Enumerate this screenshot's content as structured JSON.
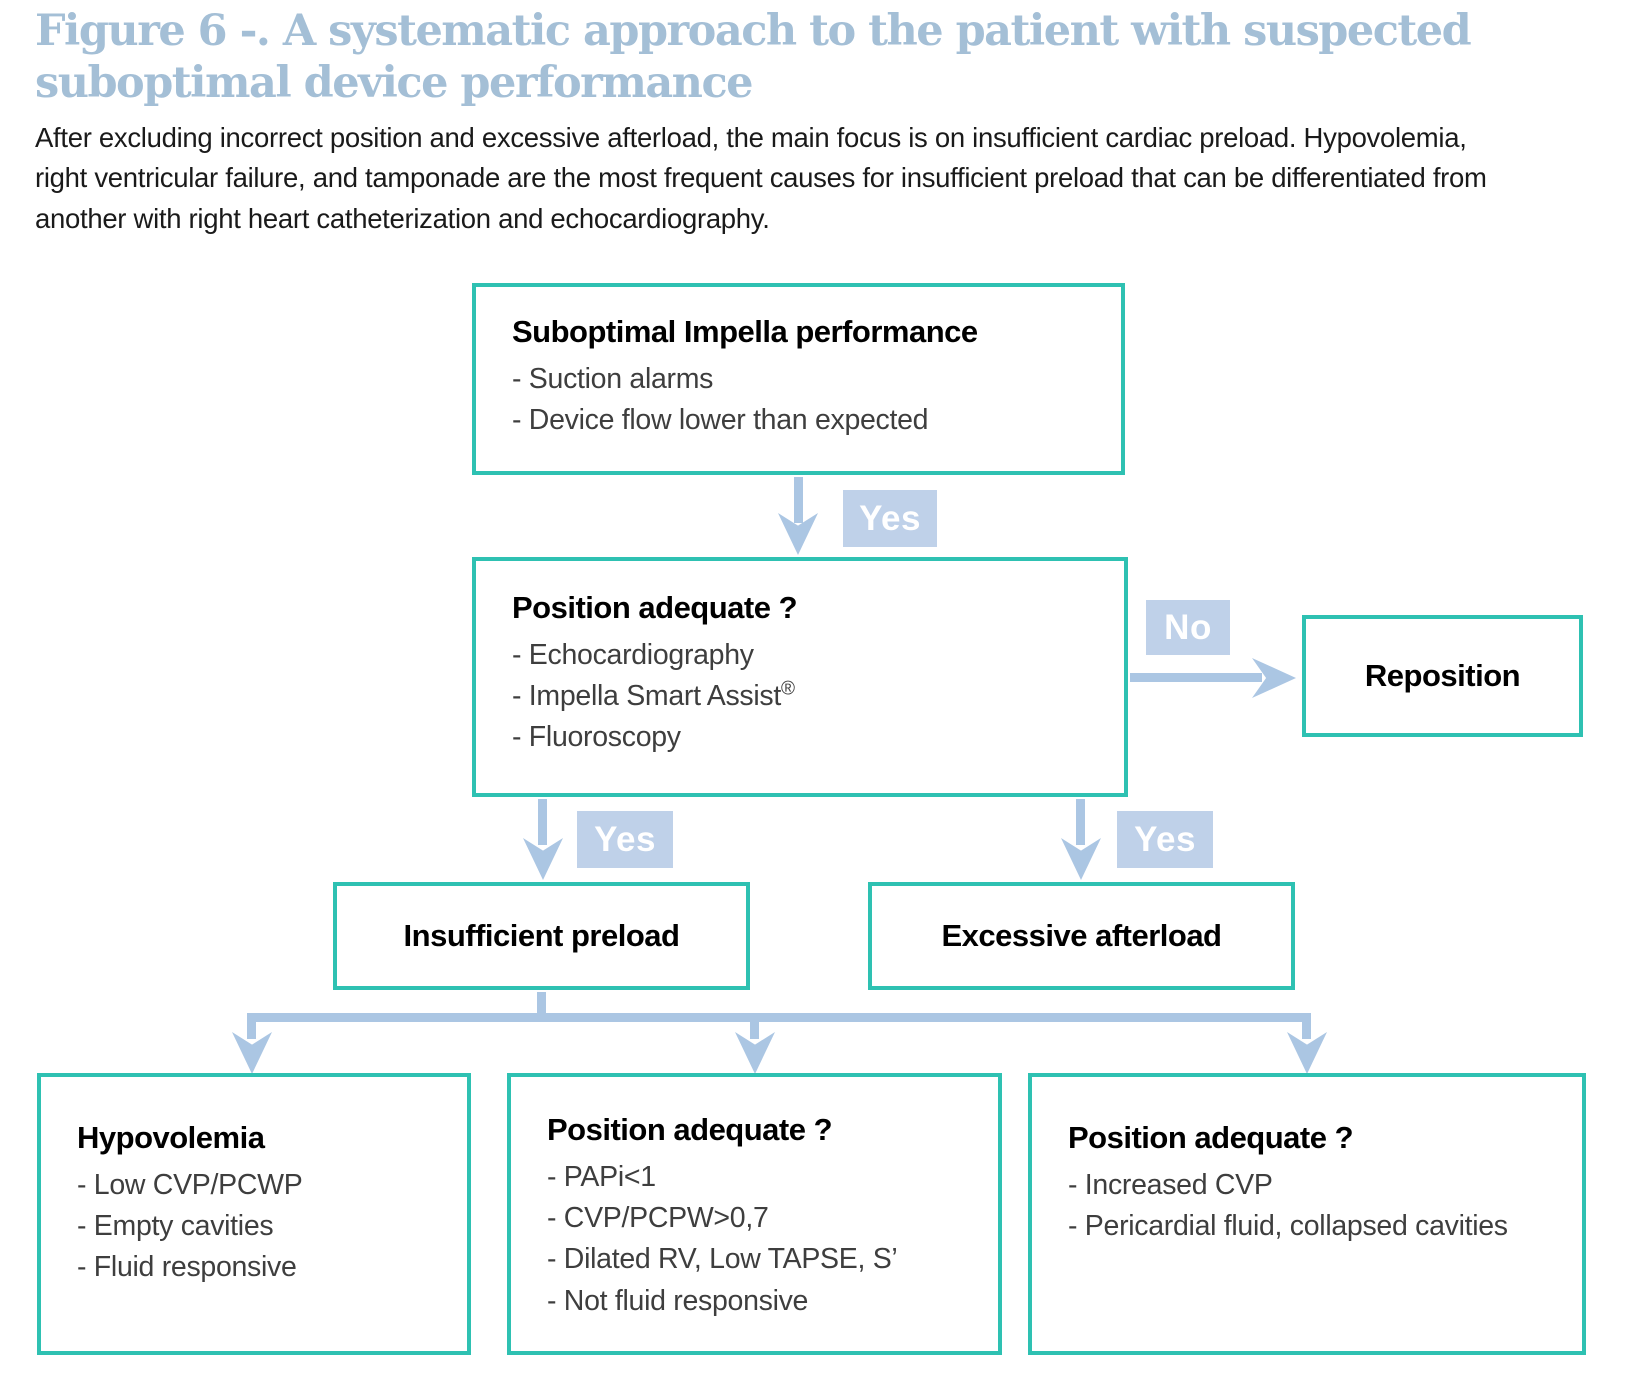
{
  "header": {
    "figure_title": "Figure 6 -. A systematic approach to the patient with suspected suboptimal device performance",
    "intro": "After excluding incorrect position and excessive afterload, the main focus is on insufficient cardiac preload. Hypovolemia, right ventricular failure, and tamponade are the most frequent causes for insufficient preload that can be differentiated from another with right heart catheterization and echocardiography."
  },
  "colors": {
    "box_border": "#2ec1b2",
    "arrow": "#abc6e3",
    "label_background": "#bfd1e9",
    "label_text": "#ffffff",
    "title_text": "#a4bfd6"
  },
  "flowchart": {
    "nodes": {
      "suboptimal": {
        "title": "Suboptimal Impella performance",
        "items": [
          "- Suction alarms",
          "- Device flow lower than expected"
        ]
      },
      "position": {
        "title": "Position adequate ?",
        "items": [
          "- Echocardiography",
          "- Impella Smart Assist",
          "- Fluoroscopy"
        ],
        "registered_mark": "®"
      },
      "reposition": {
        "title": "Reposition"
      },
      "insufficient_preload": {
        "title": "Insufficient preload"
      },
      "excessive_afterload": {
        "title": "Excessive afterload"
      },
      "hypovolemia": {
        "title": "Hypovolemia",
        "items": [
          "- Low CVP/PCWP",
          "- Empty cavities",
          "- Fluid responsive"
        ]
      },
      "rv_failure": {
        "title": "Position adequate ?",
        "items": [
          "- PAPi<1",
          "- CVP/PCPW>0,7",
          "- Dilated RV, Low TAPSE, S’",
          "- Not fluid responsive"
        ]
      },
      "tamponade": {
        "title": "Position adequate ?",
        "items": [
          "- Increased CVP",
          "- Pericardial fluid, collapsed cavities"
        ]
      }
    },
    "edge_labels": {
      "top_yes": "Yes",
      "no": "No",
      "left_yes": "Yes",
      "right_yes": "Yes"
    }
  }
}
